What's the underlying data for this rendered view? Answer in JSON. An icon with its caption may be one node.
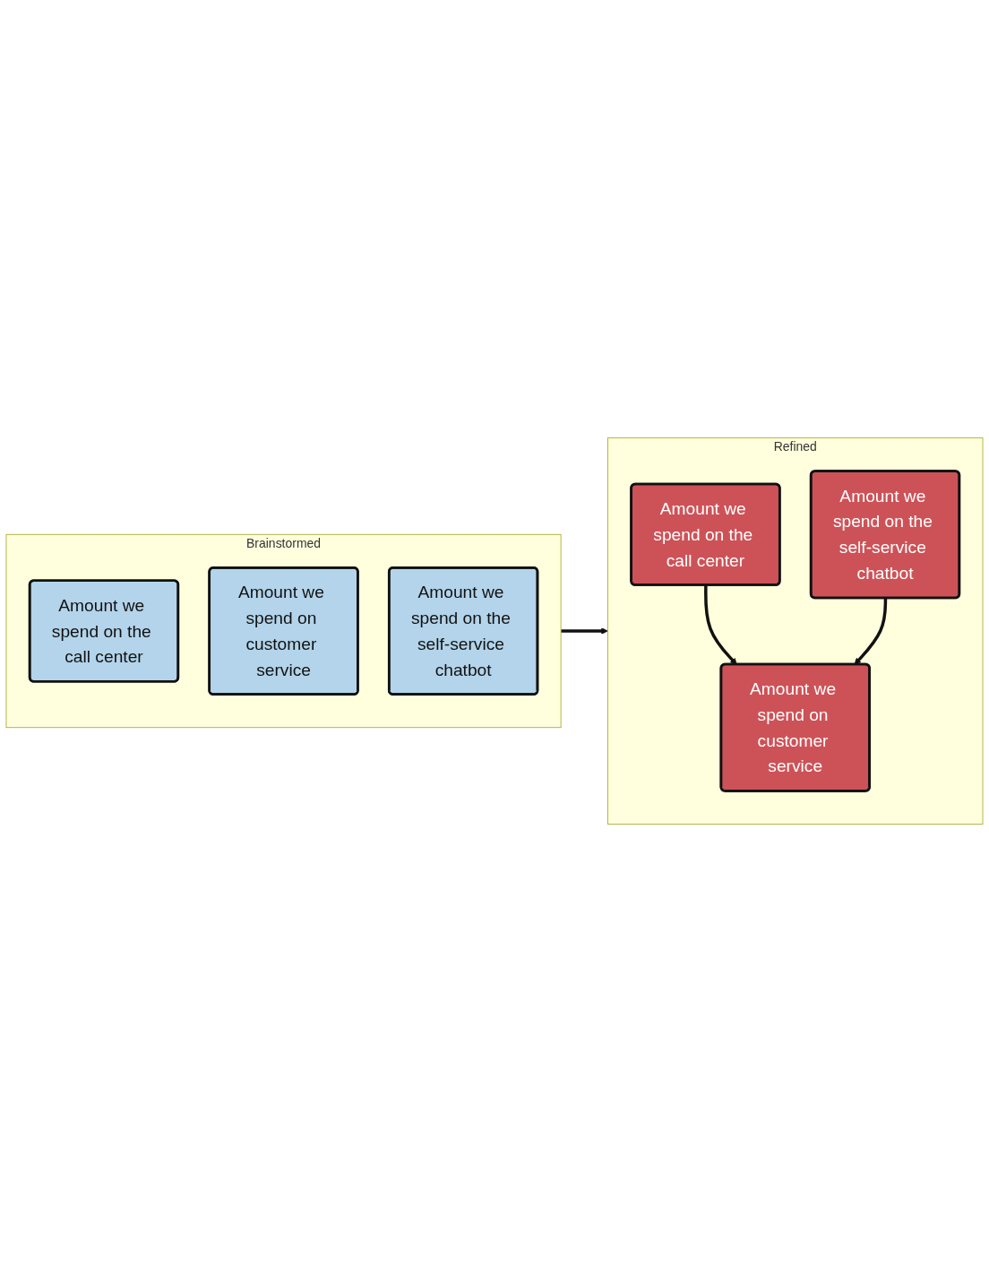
{
  "diagram": {
    "nodes": [
      {
        "text": [
          "Brainstormed"
        ]
      },
      {
        "text": [
          "Amount we spend on the call center"
        ],
        "in": 0
      },
      {
        "text": [
          "Amount we spend on customer service"
        ],
        "in": 0
      },
      {
        "text": [
          "Amount we spend on the self-service chatbot"
        ],
        "in": 0
      },
      {
        "text": [
          "Refined"
        ]
      },
      {
        "text": [
          "Amount we spend on the call center"
        ],
        "in": 4
      },
      {
        "text": [
          "Amount we spend on the self-service chatbot"
        ],
        "in": 4
      },
      {
        "text": [
          "Amount we spend on customer service"
        ],
        "in": 4
      }
    ],
    "edges": [
      {
        "from": 0,
        "to": 4,
        "arrow": "to"
      },
      {
        "from": 5,
        "to": 7,
        "arrow": "to"
      },
      {
        "from": 6,
        "to": 7,
        "arrow": "to"
      }
    ]
  }
}
